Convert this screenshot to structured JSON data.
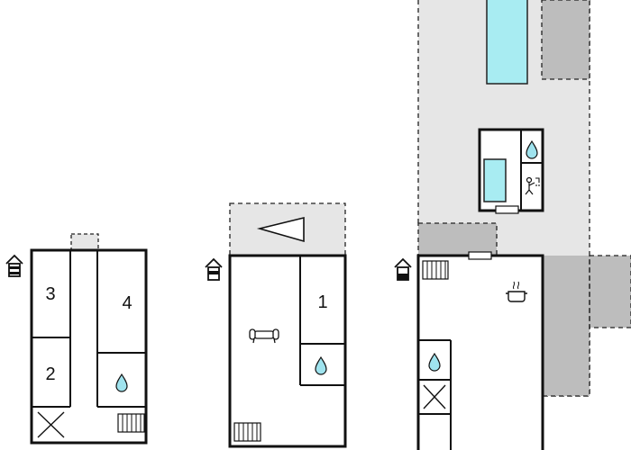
{
  "floors": [
    {
      "name": "floor-left",
      "rooms": [
        {
          "id": "room-3",
          "label": "3"
        },
        {
          "id": "room-2",
          "label": "2"
        },
        {
          "id": "room-4",
          "label": "4"
        }
      ]
    },
    {
      "name": "floor-middle",
      "rooms": [
        {
          "id": "room-1",
          "label": "1"
        }
      ]
    },
    {
      "name": "floor-right",
      "rooms": []
    }
  ],
  "colors": {
    "wall": "#111111",
    "outdoor_area": "#e6e6e6",
    "terrace": "#bdbdbd",
    "pool": "#a8ecf2",
    "water_drop": "#9fe3ee"
  },
  "icons": [
    "house-icon",
    "water-drop-icon",
    "radiator-icon",
    "sofa-icon",
    "cooking-pot-icon",
    "shower-icon",
    "x-cross-icon",
    "arrow-icon"
  ]
}
